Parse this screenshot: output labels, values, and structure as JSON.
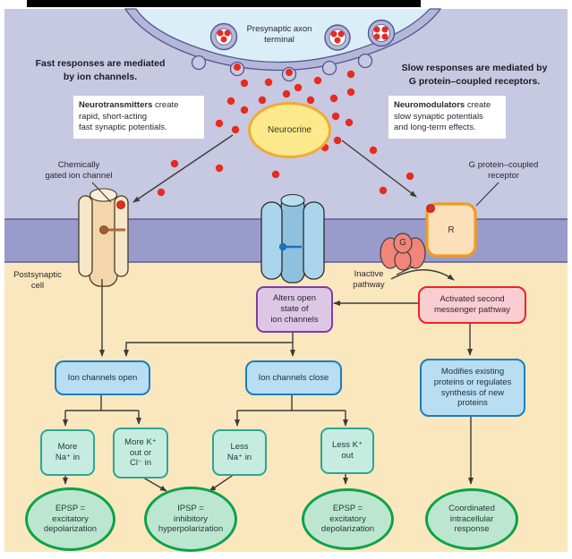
{
  "scene": {
    "presynaptic_label": "Presynaptic axon\nterminal",
    "heading_fast": "Fast responses are mediated\nby ion channels.",
    "heading_slow": "Slow responses are mediated by\nG protein–coupled receptors.",
    "note_fast": {
      "bold": "Neurotransmitters",
      "rest": " create\nrapid, short-acting\nfast synaptic potentials."
    },
    "note_slow": {
      "bold": "Neuromodulators",
      "rest": " create\nslow synaptic potentials\nand long-term effects."
    },
    "neurocrine_label": "Neurocrine",
    "channel_label": "Chemically\ngated ion channel",
    "gpcr_label": "G protein–coupled\nreceptor",
    "postsynaptic_label": "Postsynaptic\ncell",
    "inactive_label": "Inactive\npathway",
    "receptor_letter": "R",
    "gprotein_letter": "G"
  },
  "flowchart": {
    "alters": "Alters open\nstate of\nion channels",
    "activated": "Activated second\nmessenger pathway",
    "open": "Ion channels open",
    "close": "Ion channels close",
    "modifies": "Modifies existing\nproteins or regulates\nsynthesis of new\nproteins",
    "more_na": "More\nNa⁺ in",
    "more_k": "More K⁺\nout or\nCl⁻ in",
    "less_na": "Less\nNa⁺ in",
    "less_k": "Less K⁺\nout",
    "epsp1": "EPSP =\nexcitatory\ndepolarization",
    "ipsp": "IPSP =\ninhibitory\nhyperpolarization",
    "epsp2": "EPSP =\nexcitatory\ndepolarization",
    "coordinated": "Coordinated\nintracellular\nresponse"
  },
  "colors": {
    "cleft_lavender": "#c7c8e1",
    "terminal_blue": "#d9eef7",
    "membrane_periwinkle": "#b5b7da",
    "postsynaptic_membrane": "#999bcb",
    "postsynaptic_tan": "#fbe7bd",
    "neurotransmitter_red": "#e92b1d",
    "neurocrine_yellow": "#fbe98c",
    "neurocrine_border": "#f0ab33",
    "channel_tan": "#f3d7ab",
    "channel_blue": "#aad5ec",
    "receptor_orange": "#f39a1e",
    "g_protein_salmon": "#f1857a",
    "box_purple_border": "#7f3da0",
    "box_red_border": "#ec2426",
    "box_blue_border": "#157fc4",
    "box_teal_border": "#2ba795",
    "ellipse_green_border": "#0da24b",
    "arrow": "#3b3b3b"
  }
}
